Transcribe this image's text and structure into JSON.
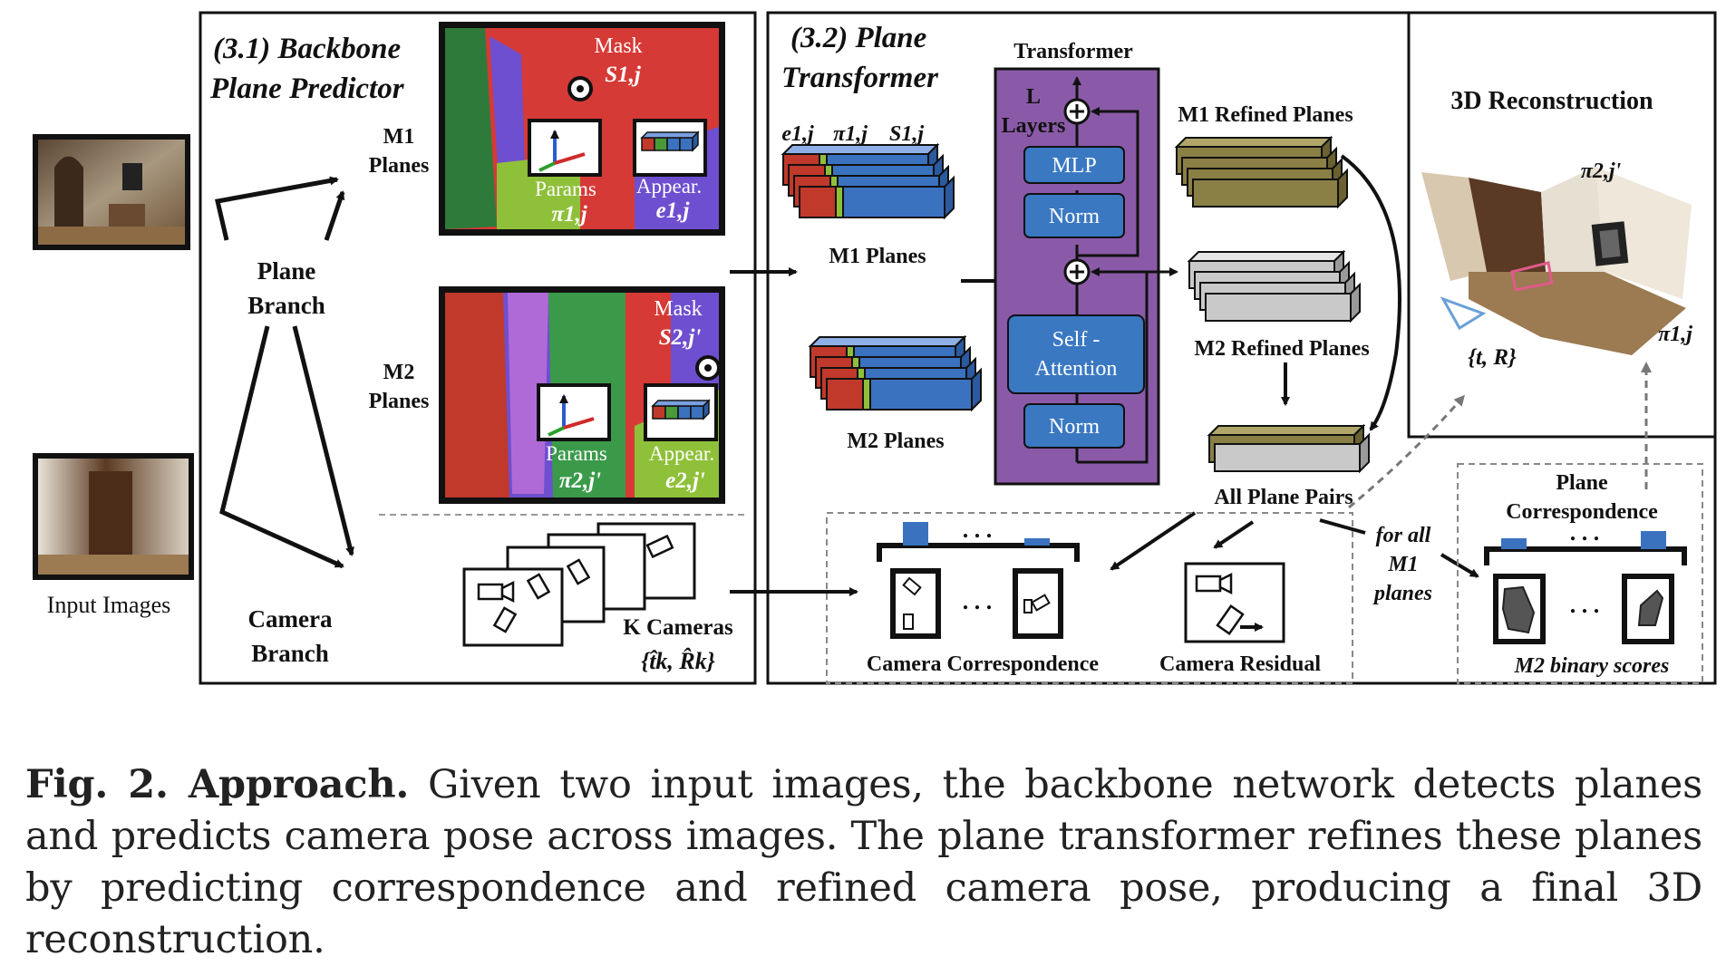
{
  "input_images_label": "Input Images",
  "backbone": {
    "title_line1": "(3.1) Backbone",
    "title_line2": "Plane Predictor",
    "plane_branch": [
      "Plane",
      "Branch"
    ],
    "camera_branch": [
      "Camera",
      "Branch"
    ],
    "m1_planes": [
      "M1",
      "Planes"
    ],
    "m2_planes": [
      "M2",
      "Planes"
    ],
    "mask_label": "Mask",
    "mask1": "S1,j",
    "mask2": "S2,j'",
    "params_label": "Params",
    "param1": "π1,j",
    "param2": "π2,j'",
    "appear_label": "Appear.",
    "appear1": "e1,j",
    "appear2": "e2,j'",
    "k_cameras": "K Cameras",
    "k_cameras_sym": "{t̂k, R̂k}"
  },
  "transformer": {
    "title_line1": "(3.2) Plane",
    "title_line2": "Transformer",
    "header_syms": [
      "e1,j",
      "π1,j",
      "S1,j"
    ],
    "m1_planes": "M1 Planes",
    "m2_planes": "M2 Planes",
    "block_title": "Transformer",
    "layers": [
      "L",
      "Layers"
    ],
    "mlp": "MLP",
    "norm": "Norm",
    "self_attention": [
      "Self -",
      "Attention"
    ],
    "m1_refined": "M1 Refined Planes",
    "m2_refined": "M2 Refined Planes",
    "all_pairs": "All Plane Pairs",
    "for_all": [
      "for all",
      "M1",
      "planes"
    ],
    "camera_correspondence": "Camera Correspondence",
    "camera_residual": "Camera Residual",
    "plane_correspondence": [
      "Plane",
      "Correspondence"
    ],
    "binary_scores": "M2 binary scores",
    "dots": ". . ."
  },
  "reconstruction": {
    "title": "3D Reconstruction",
    "pi2": "π2,j'",
    "pi1": "π1,j",
    "tr": "{t, R}"
  },
  "caption": {
    "label": "Fig. 2. Approach.",
    "text": " Given two input images, the backbone network detects planes and predicts camera pose across images. The plane transformer refines these planes by predicting correspondence and refined camera pose, producing a final 3D reconstruction."
  },
  "colors": {
    "purple_block": "#8a5aa8",
    "blue_layer": "#3a78c2",
    "plane_red": "#c0392b",
    "plane_blue": "#3a72c0",
    "refined_olive": "#8a7f45",
    "refined_gray": "#c9c9c9",
    "mask_red": "#d63a36"
  }
}
